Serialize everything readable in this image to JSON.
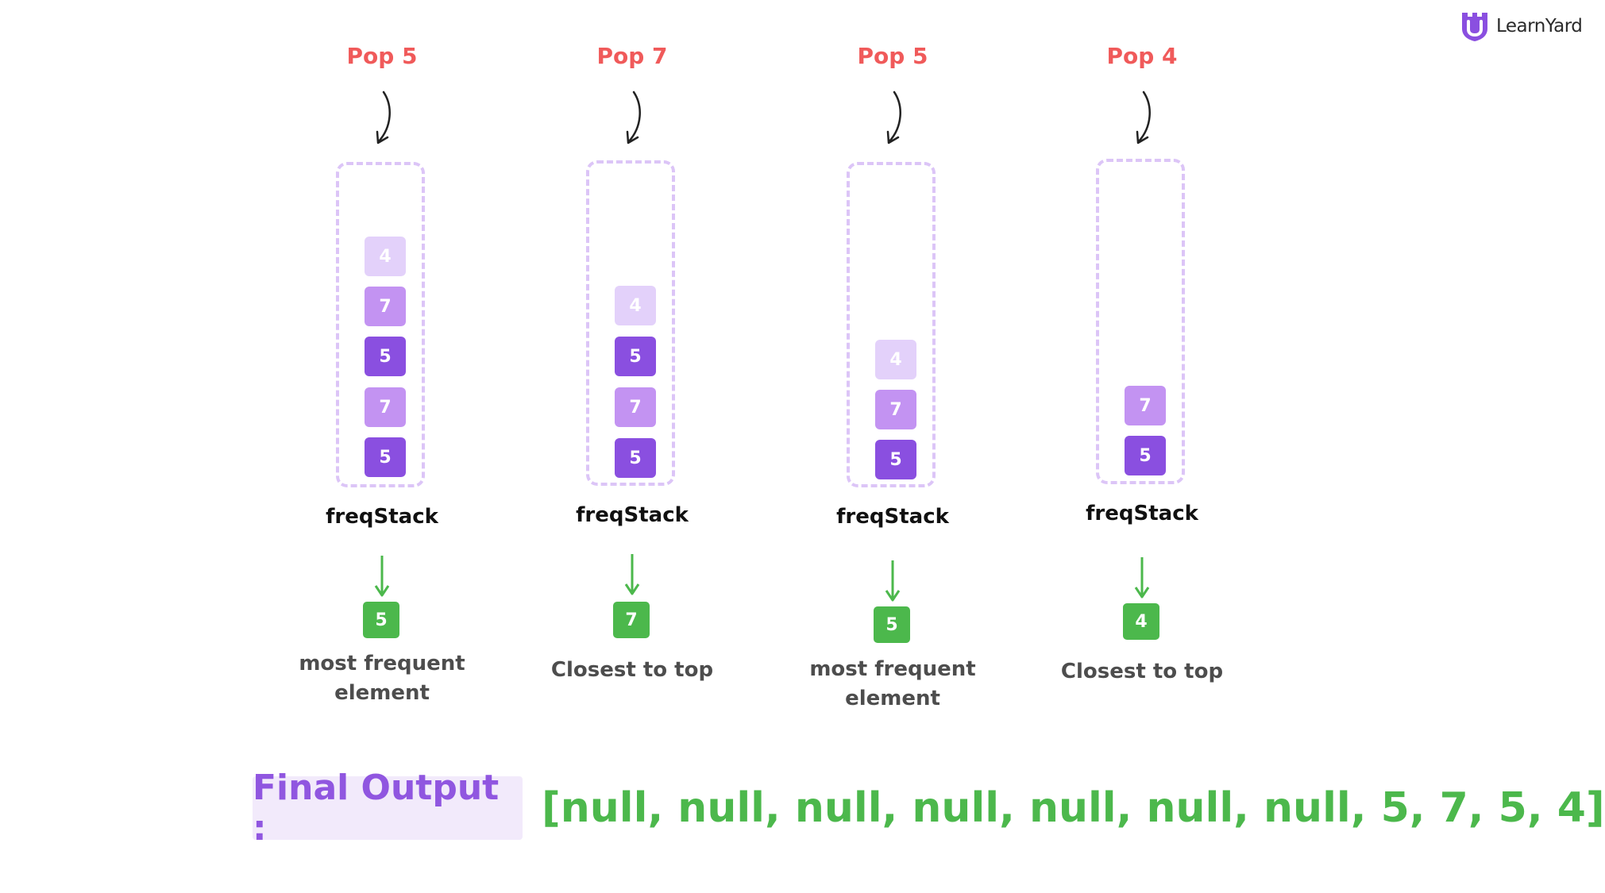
{
  "brand": {
    "name": "LearnYard"
  },
  "steps": [
    {
      "title": "Pop 5",
      "stack": [
        "4",
        "7",
        "5",
        "7",
        "5"
      ],
      "stack_label": "freqStack",
      "result": "5",
      "reason": [
        "most frequent",
        "element"
      ]
    },
    {
      "title": "Pop 7",
      "stack": [
        "4",
        "5",
        "7",
        "5"
      ],
      "stack_label": "freqStack",
      "result": "7",
      "reason": [
        "Closest to top"
      ]
    },
    {
      "title": "Pop 5",
      "stack": [
        "4",
        "7",
        "5"
      ],
      "stack_label": "freqStack",
      "result": "5",
      "reason": [
        "most frequent",
        "element"
      ]
    },
    {
      "title": "Pop 4",
      "stack": [
        "7",
        "5"
      ],
      "stack_label": "freqStack",
      "result": "4",
      "reason": [
        "Closest to top"
      ]
    }
  ],
  "final": {
    "label": "Final Output :",
    "value": "[null, null, null, null, null, null, null, 5, 7, 5, 4]"
  },
  "colors": {
    "pop_title": "#f05a5a",
    "block_4": "#e3d1fa",
    "block_7": "#c393f2",
    "block_5": "#8a4fe0",
    "result": "#4cb84c",
    "final_label": "#9056e0",
    "stack_border": "#dcc5f7"
  }
}
